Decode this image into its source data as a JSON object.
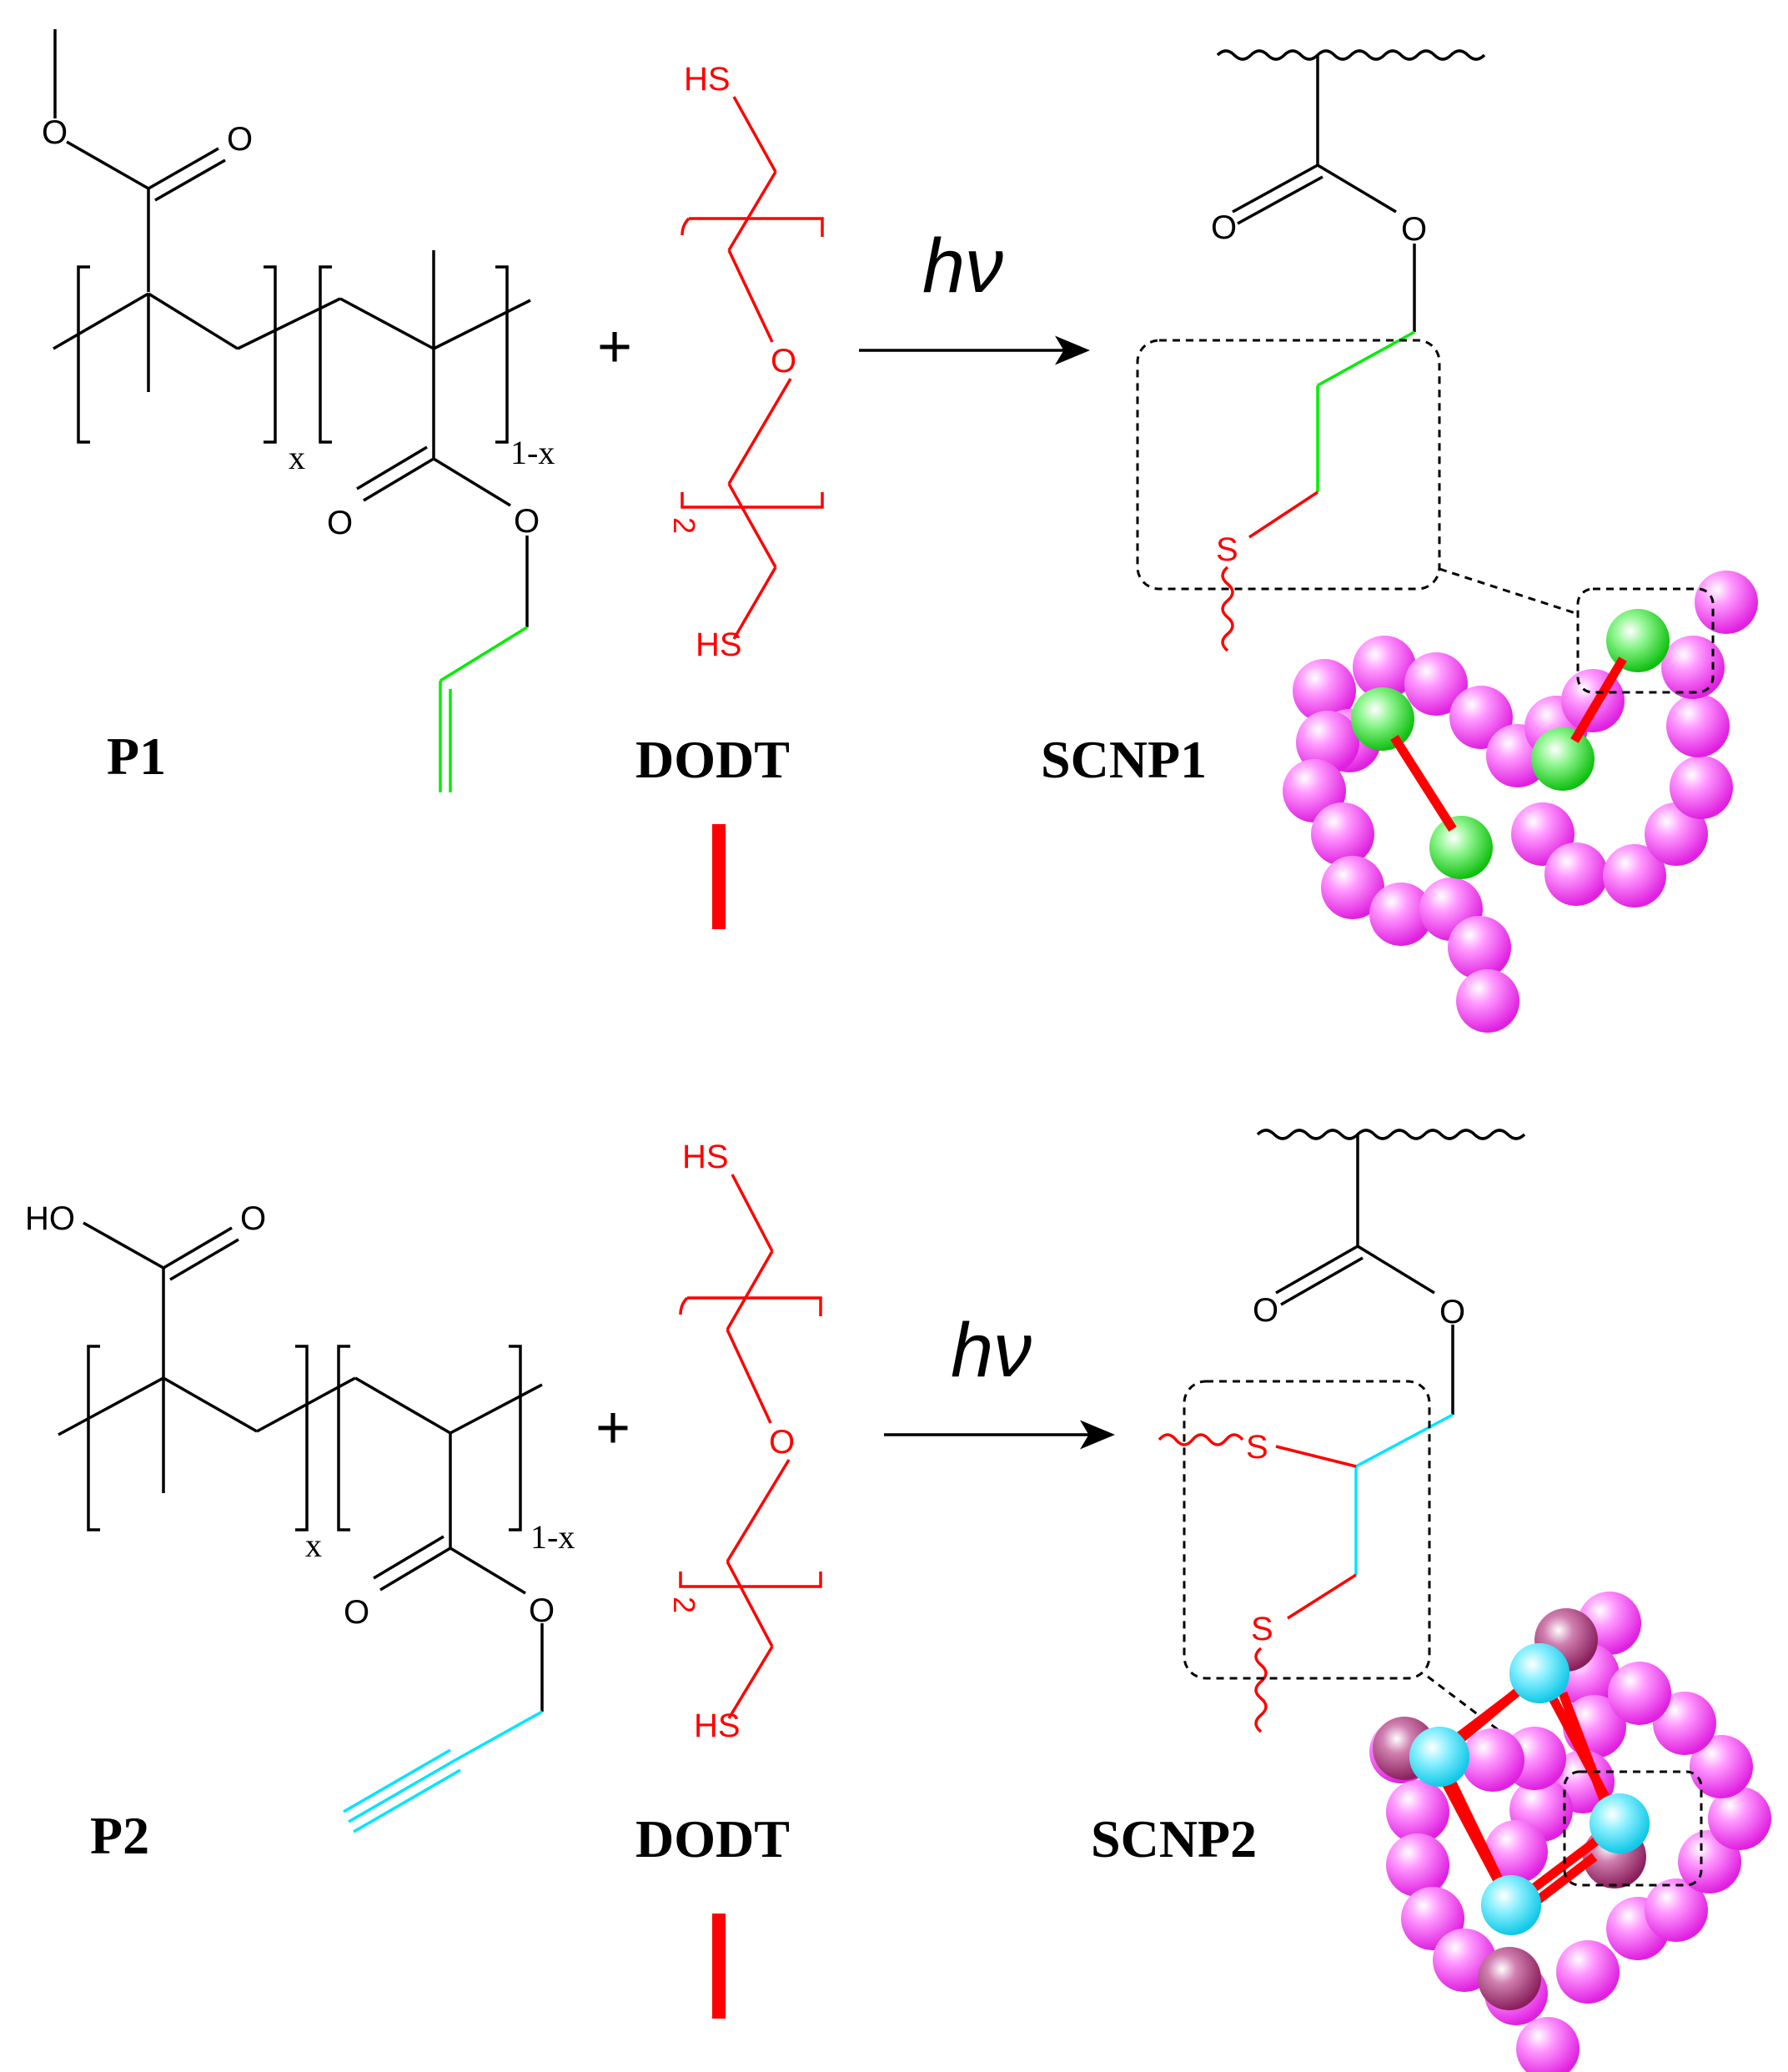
{
  "colors": {
    "ink": "#000000",
    "thiol": "#ff0000",
    "ene": "#00ee00",
    "yne": "#00e5ff",
    "bead": "#ff33ff",
    "bead_dark": "#a0306e",
    "crosslink": "#ff0000"
  },
  "top": {
    "polymer_label": "P1",
    "crosslinker_label": "DODT",
    "product_label": "SCNP1",
    "light": "hν",
    "plus": "+",
    "sub_x": "x",
    "sub_1x": "1-x",
    "repeat_n": "2",
    "atoms": {
      "o_ester": "O",
      "o_carbonyl": "O",
      "o_carbonyl2": "O",
      "o_ester2": "O",
      "hs_top": "HS",
      "o_ether": "O",
      "hs_bottom": "HS",
      "prod_o_carbonyl": "O",
      "prod_o_ester": "O",
      "prod_s": "S"
    }
  },
  "bottom": {
    "polymer_label": "P2",
    "crosslinker_label": "DODT",
    "product_label": "SCNP2",
    "light": "hν",
    "plus": "+",
    "sub_x": "x",
    "sub_1x": "1-x",
    "repeat_n": "2",
    "atoms": {
      "ho": "HO",
      "o_carbonyl": "O",
      "o_carbonyl2": "O",
      "o_ester2": "O",
      "hs_top": "HS",
      "o_ether": "O",
      "hs_bottom": "HS",
      "prod_o_carbonyl": "O",
      "prod_o_ester": "O",
      "prod_s1": "S",
      "prod_s2": "S"
    }
  }
}
